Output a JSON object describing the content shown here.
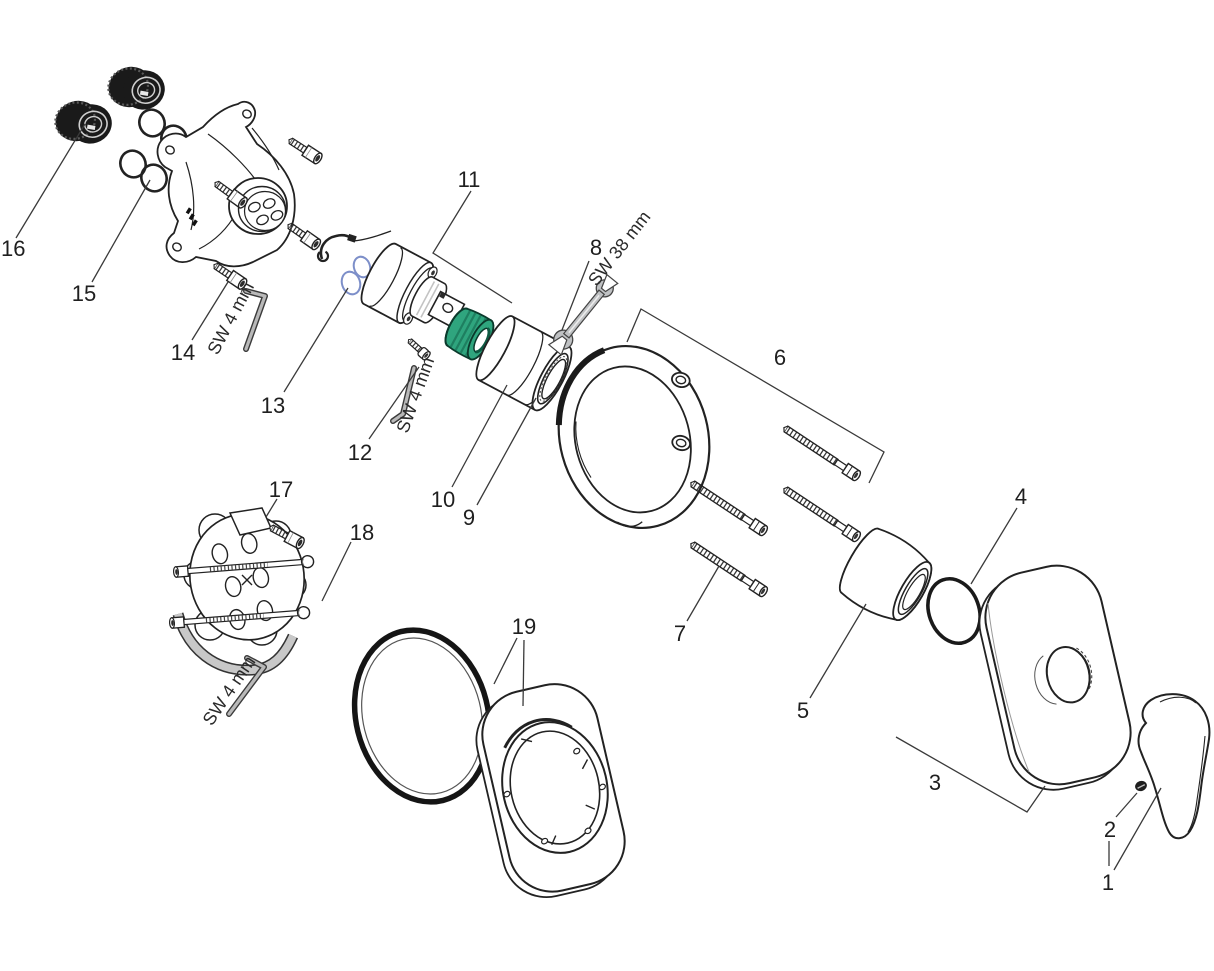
{
  "diagram_type": "exploded-parts-diagram",
  "callouts": {
    "c1": "1",
    "c2": "2",
    "c3": "3",
    "c4": "4",
    "c5": "5",
    "c6": "6",
    "c7": "7",
    "c8": "8",
    "c9": "9",
    "c10": "10",
    "c11": "11",
    "c12": "12",
    "c13": "13",
    "c14": "14",
    "c15": "15",
    "c16": "16",
    "c17": "17",
    "c18": "18",
    "c19": "19"
  },
  "tool_labels": {
    "sw4_body_screw": "SW 4 mm",
    "sw4_cartridge_screw": "SW 4 mm",
    "sw4_extension_screw": "SW 4 mm",
    "sw38_wrench": "SW 38 mm"
  },
  "colors": {
    "background": "#ffffff",
    "line": "#222222",
    "leader": "#3a3a3a",
    "label": "#1f1f1f",
    "cartridge_nut_green": "#2fa57e",
    "cartridge_nut_green_dark": "#0e5a43",
    "seal_blue": "#7d8fc9",
    "tool_gray": "#bfc1c3",
    "band_gray": "#c8c8c8",
    "cap_black": "#1a1a1a"
  }
}
